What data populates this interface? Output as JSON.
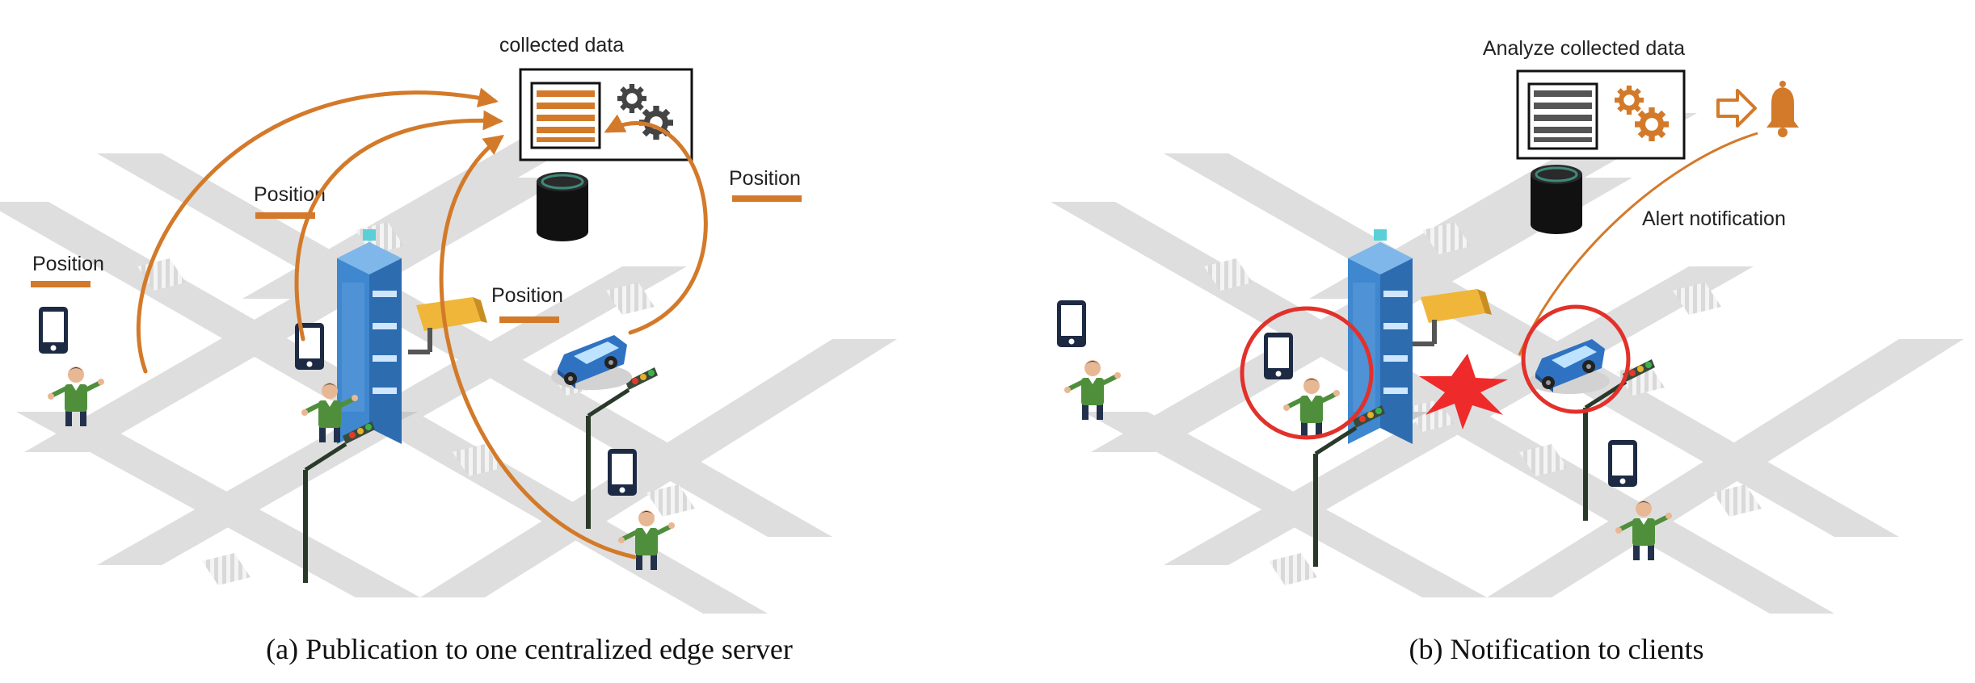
{
  "panel_a": {
    "box_title": "collected data",
    "position_labels": [
      "Position",
      "Position",
      "Position",
      "Position"
    ],
    "caption": "(a) Publication to one centralized edge server"
  },
  "panel_b": {
    "box_title": "Analyze collected data",
    "alert_label": "Alert notification",
    "caption": "(b) Notification to clients"
  },
  "icons": [
    "document-list-icon",
    "gears-icon",
    "database-icon",
    "edge-server-tower-icon",
    "security-camera-icon",
    "smartphone-icon",
    "pedestrian-icon",
    "car-icon",
    "traffic-light-icon",
    "arrow-right-icon",
    "bell-icon",
    "collision-star-icon"
  ],
  "colors": {
    "accent_orange": "#d37a2a",
    "road_gray": "#dedede",
    "alert_red": "#e2312a",
    "server_blue": "#3f87cf",
    "person_green": "#4f8f3c",
    "phone_navy": "#1d2a44"
  }
}
